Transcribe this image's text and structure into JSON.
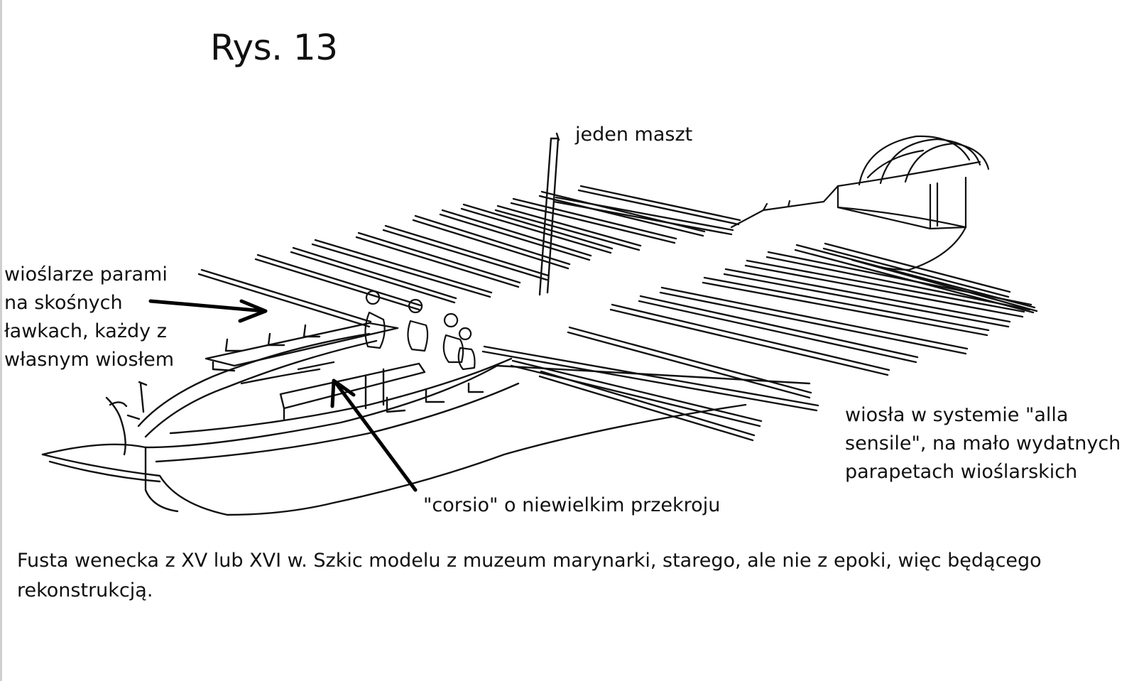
{
  "title": "Rys. 13",
  "labels": {
    "mast": "jeden maszt",
    "rowers": [
      "wioślarze parami",
      "na skośnych",
      "ławkach, każdy z",
      "własnym wiosłem"
    ],
    "oars": [
      "wiosła w systemie \"alla",
      "sensile\", na mało wydatnych",
      "parapetach wioślarskich"
    ],
    "corsio": "\"corsio\" o niewielkim przekroju"
  },
  "caption": [
    "Fusta wenecka z XV lub XVI w. Szkic modelu z muzeum marynarki, starego, ale nie z epoki, więc będącego",
    "rekonstrukcją."
  ]
}
